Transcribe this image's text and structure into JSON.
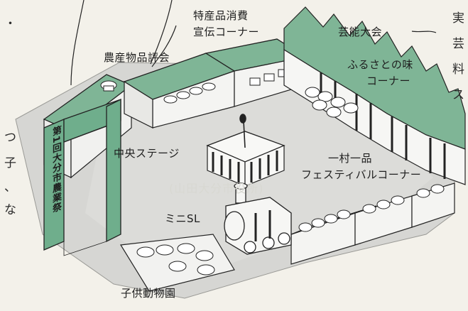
{
  "labels": {
    "tokusanhin_line1": "特産品消費",
    "tokusanhin_line2": "宣伝コーナー",
    "geino": "芸能大会",
    "nosanbutsu": "農産物品評会",
    "furusato_line1": "ふるさとの味",
    "furusato_line2": "コーナー",
    "chuo_stage": "中央ステージ",
    "isson_line1": "一村一品",
    "isson_line2": "フェスティバルコーナー",
    "mini_sl": "ミニSL",
    "kodomo": "子供動物園"
  },
  "gate_text": "第1回大分市農業祭",
  "left_margin_text": [
    "・",
    "つ",
    "子",
    "、",
    "な"
  ],
  "right_margin_text": [
    "実",
    "芸",
    "料",
    "ス"
  ],
  "watermark": "(山田大分市役所)",
  "colors": {
    "roof_green": "#7fb596",
    "ground": "#d9d9d6",
    "gate_green": "#6fae8c",
    "line": "#222222"
  }
}
